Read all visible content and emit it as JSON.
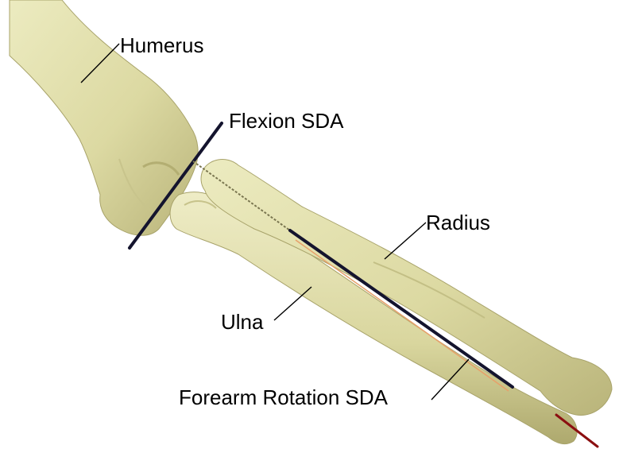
{
  "labels": {
    "humerus": "Humerus",
    "flexion_sda": "Flexion SDA",
    "radius": "Radius",
    "ulna": "Ulna",
    "forearm_rotation_sda": "Forearm Rotation SDA"
  },
  "colors": {
    "bone_fill": "#e0dda8",
    "bone_shadow": "#b9b47a",
    "axis_line": "#14142e",
    "leader_line": "#000000",
    "background": "#ffffff"
  }
}
